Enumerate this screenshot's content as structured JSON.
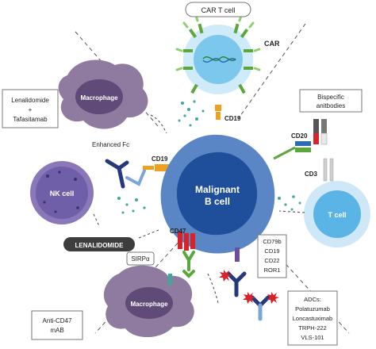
{
  "labels": {
    "car_t_cell": "CAR T cell",
    "car": "CAR",
    "cd19_top": "CD19",
    "bispecific": [
      "Bispecific",
      "anitbodies"
    ],
    "cd20": "CD20",
    "cd3": "CD3",
    "t_cell": "T cell",
    "malignant": [
      "Malignant",
      "B cell"
    ],
    "macrophage_top": "Macrophage",
    "macrophage_bottom": "Macrophage",
    "lenalidomide_tafasitamab": [
      "Lenalidomide",
      "+",
      "Tafasitamab"
    ],
    "enhanced_fc": "Enhanced Fc",
    "cd19_left": "CD19",
    "nk_cell": "NK cell",
    "lenalidomide_badge": "LENALIDOMIDE",
    "cd47": "CD47",
    "sirpa": "SIRPα",
    "anti_cd47": [
      "Anti-CD47",
      "mAB"
    ],
    "markers": [
      "CD79b",
      "CD19",
      "CD22",
      "ROR1"
    ],
    "adcs": [
      "ADCs:",
      "Polatuzumab",
      "Loncastuximab",
      "TRPH-222",
      "VLS-101"
    ]
  },
  "colors": {
    "b_cell_outer": "#5b86c6",
    "b_cell_inner": "#1f4f9a",
    "macrophage": "#8f7aa0",
    "macrophage_nucleus": "#5f4a78",
    "nk_cell": "#8a78b8",
    "t_cell_outer": "#cfe8f7",
    "t_cell_inner": "#5ab4e6",
    "car_t_outer": "#cfeaf8",
    "car_t_inner": "#7cc8ec",
    "green": "#5aa83c",
    "orange": "#f0a020",
    "red": "#d8232a",
    "purple": "#6b4e9e",
    "navy": "#253a7a",
    "dark_badge": "#3d3d3d"
  }
}
